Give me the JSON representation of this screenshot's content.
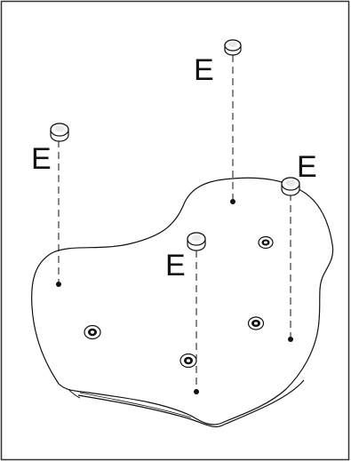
{
  "figure": {
    "callout_letter": "E",
    "colors": {
      "line": "#111111",
      "frame": "#333333",
      "background": "#ffffff"
    },
    "callouts": [
      {
        "id": "foot-top",
        "label": "E"
      },
      {
        "id": "foot-left",
        "label": "E"
      },
      {
        "id": "foot-right",
        "label": "E"
      },
      {
        "id": "foot-center",
        "label": "E"
      }
    ]
  }
}
